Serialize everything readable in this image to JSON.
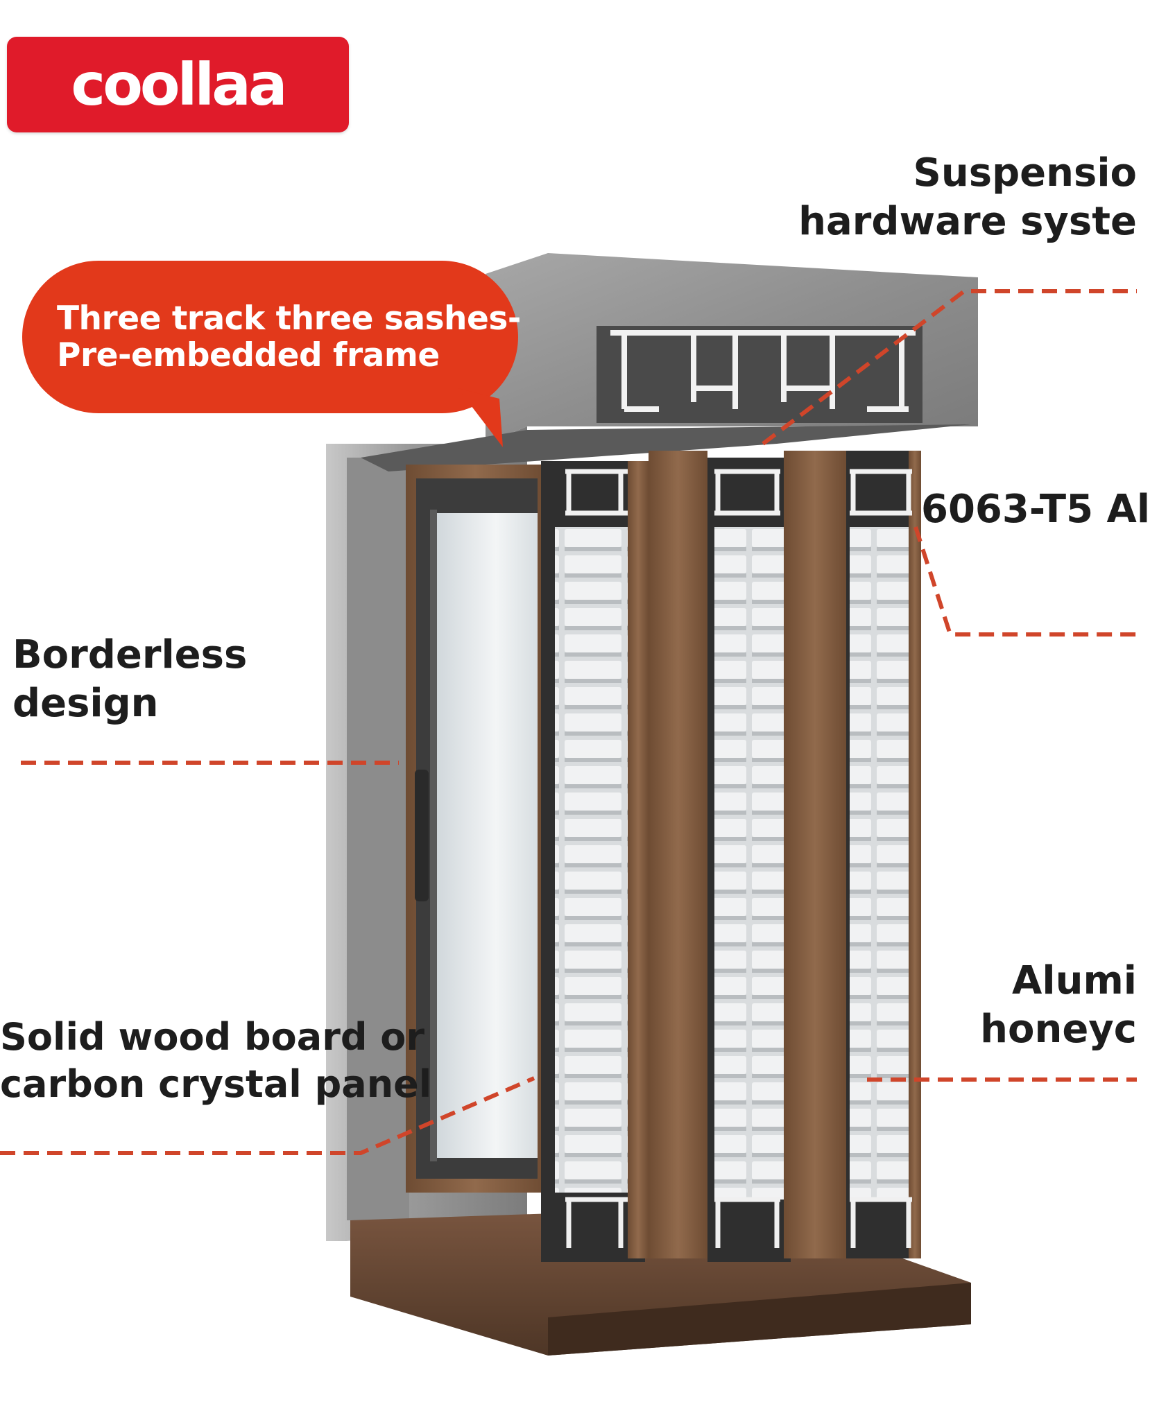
{
  "brand": {
    "logo_text": "coollaa",
    "logo_color": "#e01b2a"
  },
  "callout": {
    "line1": "Three  track three sashes-",
    "line2": "Pre-embedded frame",
    "color": "#e2391b"
  },
  "labels": {
    "suspension_line1": "Suspensio",
    "suspension_line2": "hardware syste",
    "alloy": "6063-T5  Al",
    "borderless_line1": "Borderless",
    "borderless_line2": "design",
    "panel_line1": "Solid wood board or",
    "panel_line2": "carbon crystal panel",
    "honeycomb_line1": "Alumi",
    "honeycomb_line2": "honeyc"
  },
  "colors": {
    "leader_line": "#d0452a",
    "concrete": "#8d8d8d",
    "wood": "#8a6547",
    "floor": "#6a4a35",
    "aluminum": "#e9e9e9"
  }
}
